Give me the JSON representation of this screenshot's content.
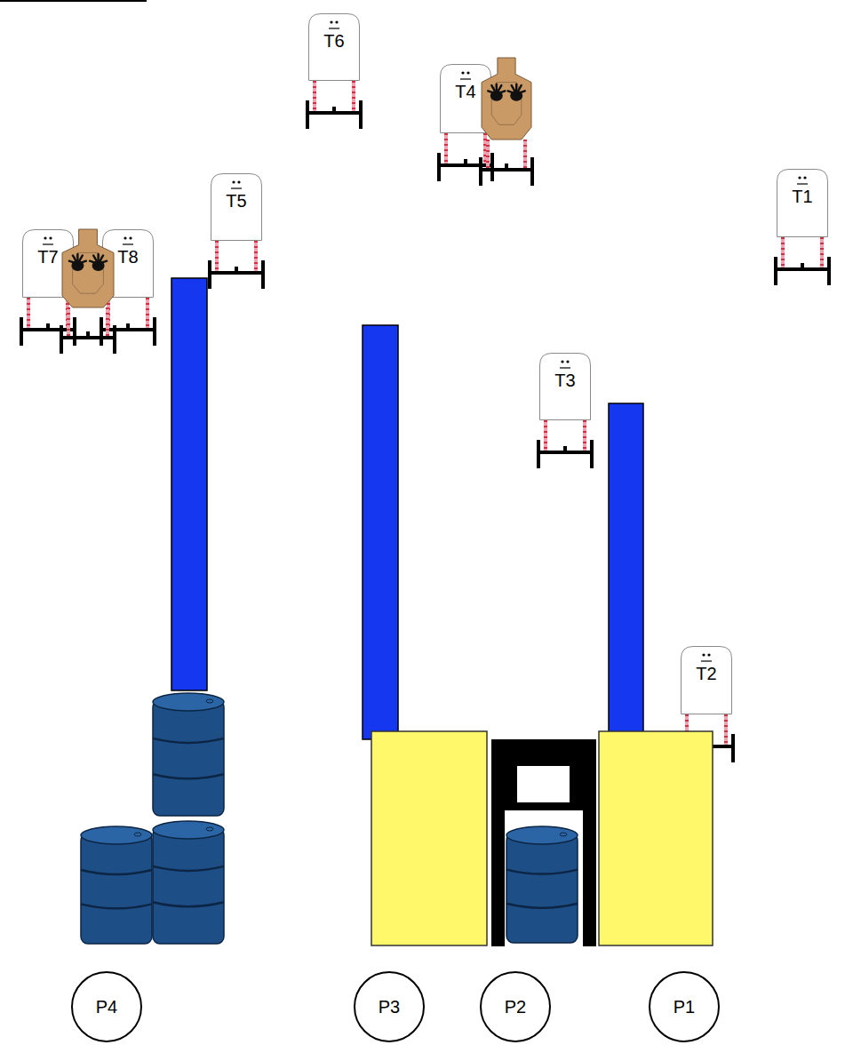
{
  "diagram": {
    "nodes": [
      {
        "text": [
          "T6"
        ]
      },
      {
        "text": [
          "T4"
        ]
      },
      {
        "text": [
          "T5"
        ]
      },
      {
        "text": [
          "T1"
        ]
      },
      {
        "text": [
          "T7"
        ]
      },
      {
        "text": [
          "T8"
        ]
      },
      {
        "text": [
          "T3"
        ]
      },
      {
        "text": [
          "T2"
        ]
      },
      {
        "text": [
          "P4"
        ]
      },
      {
        "text": [
          "P3"
        ]
      },
      {
        "text": [
          "P2"
        ]
      },
      {
        "text": [
          "P1"
        ]
      }
    ]
  }
}
